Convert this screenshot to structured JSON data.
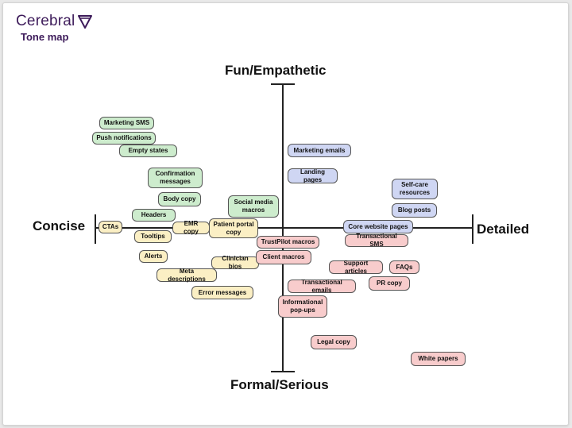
{
  "header": {
    "brand": "Cerebral",
    "subtitle": "Tone map",
    "logo_icon": "triangle-logo-icon"
  },
  "axes": {
    "top": "Fun/Empathetic",
    "bottom": "Formal/Serious",
    "left": "Concise",
    "right": "Detailed"
  },
  "colors": {
    "green": "#cdeccd",
    "yellow": "#fbefc4",
    "blue": "#cfd6f3",
    "red": "#f8cccc",
    "brand": "#3d1b5a"
  },
  "items": {
    "marketing_sms": "Marketing SMS",
    "push_notifications": "Push notifications",
    "empty_states": "Empty states",
    "confirmation_messages": "Confirmation\nmessages",
    "body_copy": "Body copy",
    "headers": "Headers",
    "social_media_macros": "Social media\nmacros",
    "ctas": "CTAs",
    "tooltips": "Tooltips",
    "emr_copy": "EMR copy",
    "patient_portal_copy": "Patient portal\ncopy",
    "alerts": "Alerts",
    "clinician_bios": "Clinician bios",
    "meta_descriptions": "Meta descriptions",
    "error_messages": "Error messages",
    "marketing_emails": "Marketing emails",
    "landing_pages": "Landing pages",
    "self_care_resources": "Self-care\nresources",
    "blog_posts": "Blog posts",
    "core_website_pages": "Core website pages",
    "transactional_sms": "Transactional SMS",
    "trustpilot_macros": "TrustPilot macros",
    "client_macros": "Client macros",
    "support_articles": "Support articles",
    "faqs": "FAQs",
    "pr_copy": "PR copy",
    "transactional_emails": "Transactional emails",
    "informational_popups": "Informational\npop-ups",
    "legal_copy": "Legal copy",
    "white_papers": "White papers"
  }
}
